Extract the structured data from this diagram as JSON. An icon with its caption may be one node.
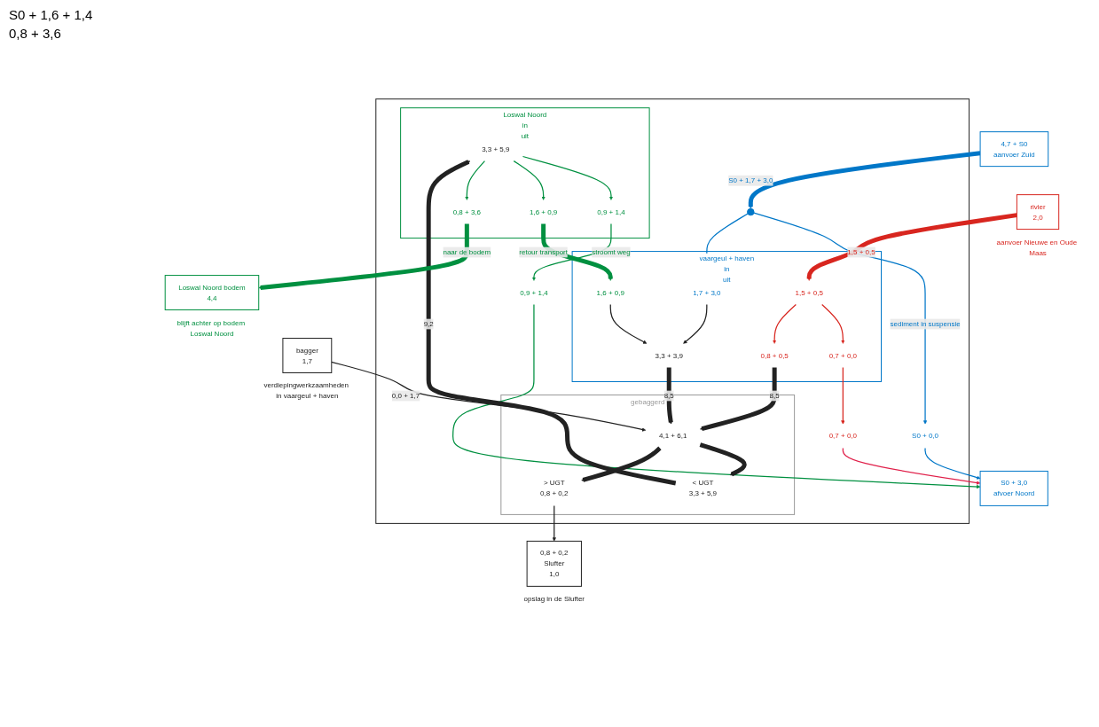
{
  "diagram": {
    "nodes": [
      {
        "text": [
          "S0 + 3,0",
          "afvoer Noord"
        ]
      },
      {
        "text": [],
        "shape": "box"
      },
      {
        "text": [
          "S0 + 0,0"
        ],
        "in": 1
      },
      {
        "text": [
          "Loswal Noord",
          "in",
          "uit"
        ],
        "in": 1
      },
      {
        "text": [
          "3,3 + 5,9"
        ],
        "in": 3
      },
      {
        "text": [
          "0,9 + 1,4"
        ],
        "in": 3
      },
      {
        "text": [
          "1,6 + 0,9"
        ],
        "in": 3
      },
      {
        "text": [
          "0,8 + 3,6"
        ],
        "in": 3
      },
      {
        "text": [
          "0,9 + 1,4"
        ],
        "in": 1
      },
      {
        "text": [
          "0,7 + 0,0"
        ],
        "in": 1
      },
      {
        "text": [
          "4,7 + S0",
          "aanvoer Zuid"
        ]
      },
      {
        "text": [],
        "shape": "circle",
        "in": 1
      },
      {
        "text": [
          "vaargeul + haven",
          "in",
          "uit"
        ],
        "in": 1
      },
      {
        "text": [
          "1,5 + 0,5"
        ],
        "in": 12
      },
      {
        "text": [
          "1,6 + 0,9"
        ],
        "in": 12
      },
      {
        "text": [
          "1,7 + 3,0"
        ],
        "in": 12
      },
      {
        "text": [
          "0,7 + 0,0"
        ],
        "in": 12
      },
      {
        "text": [
          "0,8 + 0,5"
        ],
        "in": 12
      },
      {
        "text": [
          "3,3 + 3,9"
        ],
        "in": 12
      },
      {
        "text": [
          "rivier",
          "2,0"
        ],
        "beside": [
          "aanvoer Nieuwe en Oude Maas"
        ]
      },
      {
        "text": [
          "gebaggerd"
        ],
        "in": 1
      },
      {
        "text": [
          "4,1 + 6,1"
        ],
        "in": 20
      },
      {
        "text": [
          "< UGT",
          "3,3 + 5,9"
        ],
        "in": 20
      },
      {
        "text": [
          "> UGT",
          "0,8 + 0,2"
        ],
        "in": 20
      },
      {
        "text": [
          "bagger",
          "1,7"
        ],
        "beside": [
          "verdiepingwerkzaamheden in vaargeul + haven"
        ]
      },
      {
        "text": [
          "0,8 + 0,2",
          "Slufter",
          "1,0"
        ],
        "beside": [
          "opslag in de Slufter"
        ]
      },
      {
        "text": [
          "Loswal Noord bodem",
          "4,4"
        ],
        "beside": [
          "blijft achter op bodem Loswal Noord"
        ]
      }
    ],
    "edges": [
      {
        "from": 2,
        "to": 0,
        "arrow": "to",
        "color": "#0077c8"
      },
      {
        "from": 8,
        "to": 0,
        "arrow": "to",
        "color": "#009040"
      },
      {
        "from": 9,
        "to": 0,
        "arrow": "to",
        "color": "#e0204a"
      },
      {
        "from": 4,
        "to": 5,
        "arrow": "to",
        "color": "#009040"
      },
      {
        "from": 4,
        "to": 6,
        "arrow": "to",
        "color": "#009040"
      },
      {
        "from": 4,
        "to": 7,
        "arrow": "to",
        "color": "#009040"
      },
      {
        "from": 5,
        "to": 8,
        "label": "stroomt weg",
        "arrow": "to",
        "color": "#009040"
      },
      {
        "from": 10,
        "to": 11,
        "label": "S0 + 1,7 + 3,0",
        "arrow": "to",
        "style": "thick",
        "color": "#0077c8"
      },
      {
        "from": 11,
        "to": 2,
        "label": "sediment in suspensie",
        "arrow": "to",
        "color": "#0077c8"
      },
      {
        "from": 11,
        "to": 15,
        "arrow": "to",
        "color": "#0077c8"
      },
      {
        "from": 6,
        "to": 14,
        "label": "retour transport",
        "arrow": "to",
        "style": "thick",
        "color": "#009040"
      },
      {
        "from": 19,
        "to": 13,
        "label": "1,5 + 0,5",
        "arrow": "to",
        "style": "thick",
        "color": "#d8261f"
      },
      {
        "from": 13,
        "to": 16,
        "arrow": "to",
        "color": "#d8261f"
      },
      {
        "from": 13,
        "to": 17,
        "arrow": "to",
        "color": "#d8261f"
      },
      {
        "from": 16,
        "to": 9,
        "arrow": "to",
        "color": "#d8261f"
      },
      {
        "from": 14,
        "to": 18,
        "arrow": "to"
      },
      {
        "from": 15,
        "to": 18,
        "arrow": "to"
      },
      {
        "from": 17,
        "to": 21,
        "label": "8,5",
        "arrow": "to",
        "style": "thick"
      },
      {
        "from": 18,
        "to": 21,
        "label": "8,5",
        "arrow": "to",
        "style": "thick"
      },
      {
        "from": 24,
        "to": 21,
        "label": "0,0 + 1,7",
        "arrow": "to"
      },
      {
        "from": 21,
        "to": 22,
        "arrow": "to",
        "style": "thick"
      },
      {
        "from": 21,
        "to": 23,
        "arrow": "to",
        "style": "thick"
      },
      {
        "from": 22,
        "to": 4,
        "label": "9,2",
        "arrow": "to",
        "style": "thick"
      },
      {
        "from": 23,
        "to": 25,
        "arrow": "to"
      },
      {
        "from": 7,
        "to": 26,
        "label": "naar de bodem",
        "arrow": "to",
        "style": "thick",
        "color": "#009040"
      }
    ],
    "labels": [
      "S0 + 1,6 + 1,4",
      "0,8 + 3,6"
    ]
  }
}
